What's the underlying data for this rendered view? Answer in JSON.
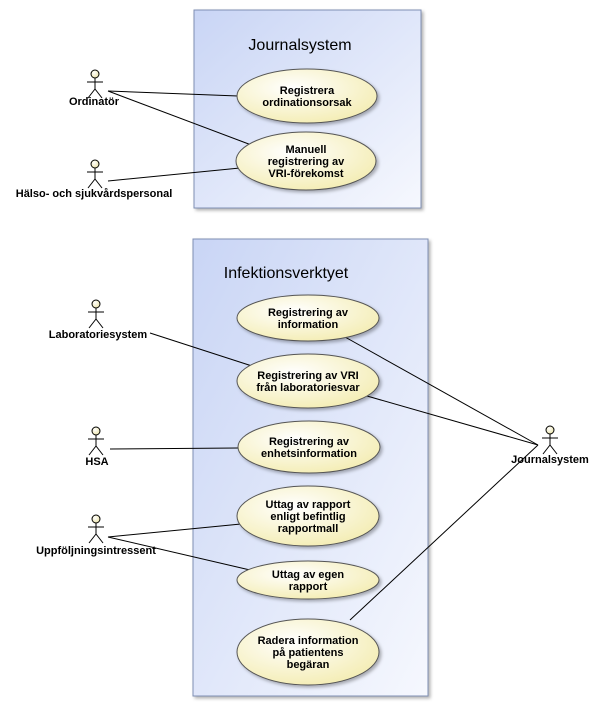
{
  "systems": [
    {
      "id": "journal",
      "title": "Journalsystem"
    },
    {
      "id": "infektion",
      "title": "Infektionsverktyet"
    }
  ],
  "use_cases": [
    {
      "id": "uc1",
      "lines": [
        "Registrera",
        "ordinationsorsak"
      ]
    },
    {
      "id": "uc2",
      "lines": [
        "Manuell",
        "registrering av",
        "VRI-förekomst"
      ]
    },
    {
      "id": "uc3",
      "lines": [
        "Registrering av",
        "information"
      ]
    },
    {
      "id": "uc4",
      "lines": [
        "Registrering av VRI",
        "från laboratoriesvar"
      ]
    },
    {
      "id": "uc5",
      "lines": [
        "Registrering av",
        "enhetsinformation"
      ]
    },
    {
      "id": "uc6",
      "lines": [
        "Uttag av rapport",
        "enligt befintlig",
        "rapportmall"
      ]
    },
    {
      "id": "uc7",
      "lines": [
        "Uttag av egen",
        "rapport"
      ]
    },
    {
      "id": "uc8",
      "lines": [
        "Radera information",
        "på patientens",
        "begäran"
      ]
    }
  ],
  "actors": [
    {
      "id": "ordinator",
      "label": "Ordinatör"
    },
    {
      "id": "halso",
      "label": "Hälso- och sjukvårdspersonal"
    },
    {
      "id": "lab",
      "label": "Laboratoriesystem"
    },
    {
      "id": "hsa",
      "label": "HSA"
    },
    {
      "id": "uppf",
      "label": "Uppföljningsintressent"
    },
    {
      "id": "journal_actor",
      "label": "Journalsystem"
    }
  ],
  "associations": [
    [
      "ordinator",
      "uc1"
    ],
    [
      "ordinator",
      "uc2"
    ],
    [
      "halso",
      "uc2"
    ],
    [
      "lab",
      "uc4"
    ],
    [
      "hsa",
      "uc5"
    ],
    [
      "uppf",
      "uc6"
    ],
    [
      "uppf",
      "uc7"
    ],
    [
      "journal_actor",
      "uc3"
    ],
    [
      "journal_actor",
      "uc4"
    ],
    [
      "journal_actor",
      "uc8"
    ]
  ]
}
